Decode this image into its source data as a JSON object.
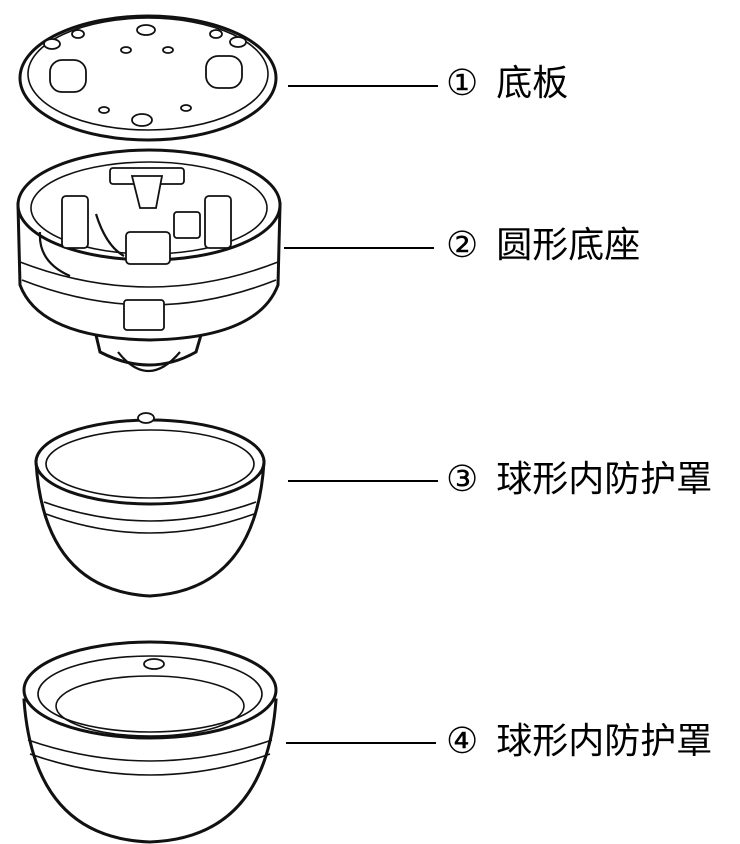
{
  "parts": [
    {
      "number": "①",
      "name": "底板"
    },
    {
      "number": "②",
      "name": "圆形底座"
    },
    {
      "number": "③",
      "name": "球形内防护罩"
    },
    {
      "number": "④",
      "name": "球形内防护罩"
    }
  ]
}
